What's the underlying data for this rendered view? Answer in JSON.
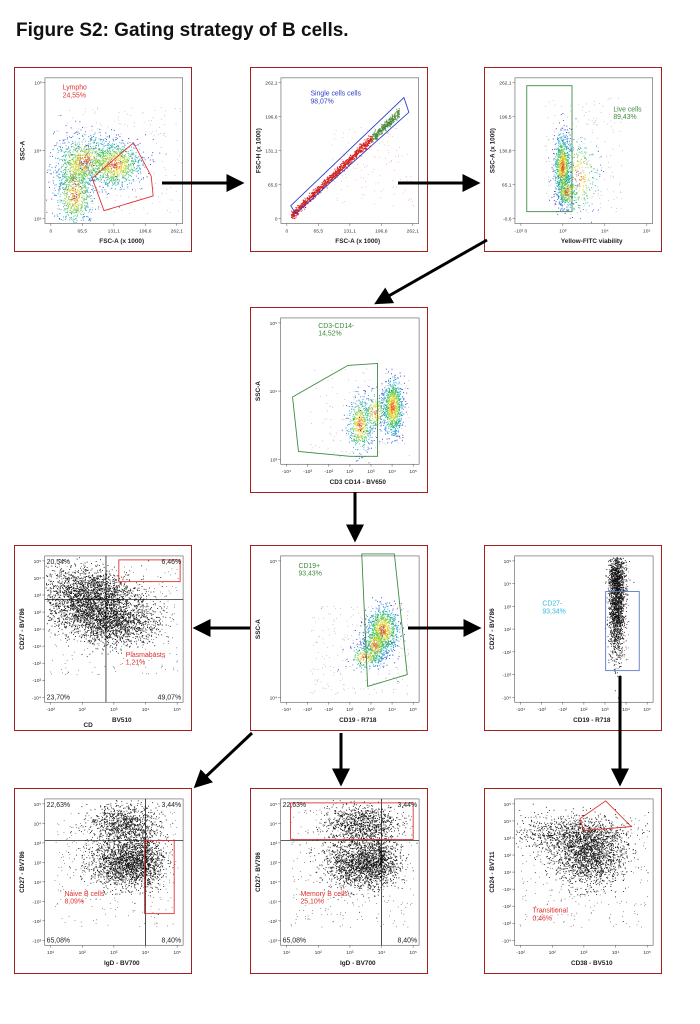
{
  "figure": {
    "title": "Figure S2: Gating strategy of B cells."
  },
  "colors": {
    "panel_border": "#a02020",
    "gate_red": "#e03030",
    "gate_blue": "#2a3ec8",
    "gate_green": "#3e8a3e",
    "gate_cyan": "#36b8e0",
    "quad_text": "#222222"
  },
  "panels": [
    {
      "id": "lympho",
      "gate_label": "Lympho",
      "gate_value": "24,55%",
      "gate_color": "#e03030",
      "xlabel": "FSC-A (x 1000)",
      "ylabel": "SSC-A",
      "xticks": [
        "0",
        "65,5",
        "131,1",
        "196,6",
        "262,1"
      ],
      "yticks": [
        "10³",
        "10⁴",
        "10⁵"
      ]
    },
    {
      "id": "single",
      "gate_label": "Single cells cells",
      "gate_value": "98,07%",
      "gate_color": "#2a3ec8",
      "xlabel": "FSC-A (x 1000)",
      "ylabel": "FSC-H (x 1000)",
      "xticks": [
        "0",
        "65,5",
        "131,1",
        "196,6",
        "262,1"
      ],
      "yticks": [
        "262,1",
        "196,6",
        "131,1",
        "65,5",
        "0"
      ]
    },
    {
      "id": "live",
      "gate_label": "Live cells",
      "gate_value": "89,43%",
      "gate_color": "#3e8a3e",
      "xlabel": "Yellow-FITC viability",
      "ylabel": "SSC-A (x 1000)",
      "xticks": [
        "-10³ 0",
        "10³",
        "10⁴",
        "10⁵"
      ],
      "yticks": [
        "262,1",
        "196,5",
        "130,8",
        "65,1",
        "-0,6"
      ]
    },
    {
      "id": "cd3cd14",
      "gate_label": "CD3-CD14-",
      "gate_value": "14,52%",
      "gate_color": "#3e8a3e",
      "xlabel": "CD3 CD14 - BV650",
      "ylabel": "SSC-A",
      "xticks": [
        "-10⁴",
        "-10³",
        "-10²",
        "10²",
        "10³",
        "10⁴",
        "10⁵"
      ],
      "yticks": [
        "10⁵",
        "10⁴",
        "10³"
      ]
    },
    {
      "id": "cd27_bv510",
      "gate_label": "Plasmabasts",
      "gate_value": "1,21%",
      "gate_color": "#e03030",
      "xlabel": "BV510",
      "xlabel_prefix": "CD",
      "ylabel": "CD27 - BV786",
      "quad": [
        "20,54%",
        "6,46%",
        "23,70%",
        "49,07%"
      ],
      "xticks": [
        "-10²",
        "10²",
        "10³",
        "10⁴",
        "10⁵"
      ],
      "yticks": [
        "10⁵",
        "10⁴",
        "10³",
        "10²",
        "10¹",
        "-10¹",
        "-10²",
        "-10³",
        "-10⁴"
      ]
    },
    {
      "id": "cd19",
      "gate_label": "CD19+",
      "gate_value": "93,43%",
      "gate_color": "#3e8a3e",
      "xlabel": "CD19 - R718",
      "ylabel": "SSC-A",
      "xticks": [
        "-10⁴",
        "-10³",
        "-10²",
        "10²",
        "10³",
        "10⁴",
        "10⁵"
      ],
      "yticks": [
        "10⁵",
        "10⁴"
      ]
    },
    {
      "id": "cd27_cd19",
      "gate_label": "CD27-",
      "gate_value": "93,34%",
      "gate_color": "#36b8e0",
      "xlabel": "CD19 - R718",
      "ylabel": "CD27 - BV786",
      "xticks": [
        "-10⁴",
        "-10³",
        "-10²",
        "10²",
        "10³",
        "10⁴",
        "10⁵"
      ],
      "yticks": [
        "10⁵",
        "10⁴",
        "10³",
        "10²",
        "-10²",
        "-10³",
        "-10⁴"
      ]
    },
    {
      "id": "naive",
      "gate_label": "Naive B cells",
      "gate_value": "8,09%",
      "gate_color": "#e03030",
      "xlabel": "IgD - BV700",
      "ylabel": "CD27 - BV786",
      "quad": [
        "22,63%",
        "3,44%",
        "65,08%",
        "8,40%"
      ],
      "xticks": [
        "10¹",
        "10²",
        "10³",
        "10⁴",
        "10⁵"
      ],
      "yticks": [
        "10⁵",
        "10⁴",
        "10³",
        "10²",
        "10¹",
        "-10¹",
        "-10²",
        "-10³"
      ]
    },
    {
      "id": "memory",
      "gate_label": "Memory B cells",
      "gate_value": "25,10%",
      "gate_color": "#e03030",
      "xlabel": "IgD - BV700",
      "ylabel": "CD27- BV786",
      "quad": [
        "22,63%",
        "3,44%",
        "65,08%",
        "8,40%"
      ],
      "xticks": [
        "10¹",
        "10²",
        "10³",
        "10⁴",
        "10⁵"
      ],
      "yticks": [
        "10⁵",
        "10⁴",
        "10³",
        "10²",
        "10¹",
        "-10¹",
        "-10²",
        "-10³"
      ]
    },
    {
      "id": "transitional",
      "gate_label": "Transitional",
      "gate_value": "0,46%",
      "gate_color": "#e03030",
      "xlabel": "CD38 - BV510",
      "ylabel": "CD24 - BV711",
      "xticks": [
        "-10²",
        "10²",
        "10³",
        "10⁴",
        "10⁵"
      ],
      "yticks": [
        "10⁵",
        "10⁴",
        "10³",
        "10²",
        "10¹",
        "-10¹",
        "-10²",
        "-10³",
        "-10⁴"
      ]
    }
  ]
}
